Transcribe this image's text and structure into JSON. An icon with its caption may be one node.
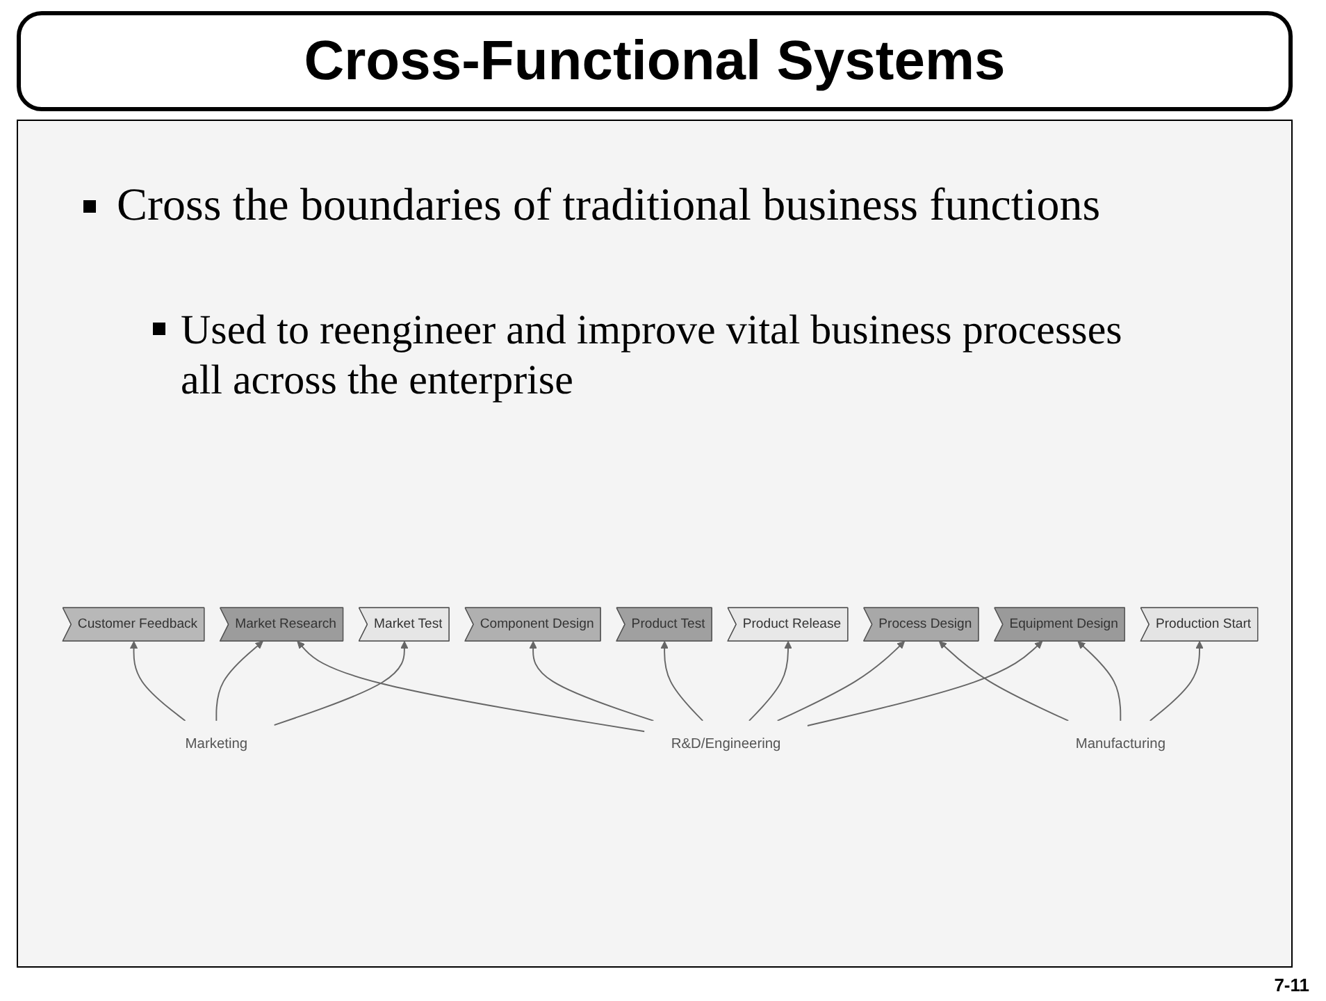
{
  "diagram": {
    "title": "Cross-Functional Systems",
    "nodes": [
      {
        "text": [
          "Customer Feedback"
        ]
      },
      {
        "text": [
          "Market Research"
        ]
      },
      {
        "text": [
          "Market Test"
        ]
      },
      {
        "text": [
          "Component Design"
        ]
      },
      {
        "text": [
          "Product Test"
        ]
      },
      {
        "text": [
          "Product Release"
        ]
      },
      {
        "text": [
          "Process Design"
        ]
      },
      {
        "text": [
          "Equipment Design"
        ]
      },
      {
        "text": [
          "Production Start"
        ]
      },
      {
        "text": [
          "Marketing"
        ]
      },
      {
        "text": [
          "R&D/Engineering"
        ]
      },
      {
        "text": [
          "Manufacturing"
        ]
      }
    ],
    "edges": [
      {
        "from": 9,
        "to": 0,
        "arrow": "to"
      },
      {
        "from": 9,
        "to": 1,
        "arrow": "to"
      },
      {
        "from": 9,
        "to": 2,
        "arrow": "to"
      },
      {
        "from": 10,
        "to": 1,
        "arrow": "to"
      },
      {
        "from": 10,
        "to": 3,
        "arrow": "to"
      },
      {
        "from": 10,
        "to": 4,
        "arrow": "to"
      },
      {
        "from": 10,
        "to": 5,
        "arrow": "to"
      },
      {
        "from": 10,
        "to": 6,
        "arrow": "to"
      },
      {
        "from": 10,
        "to": 7,
        "arrow": "to"
      },
      {
        "from": 11,
        "to": 6,
        "arrow": "to"
      },
      {
        "from": 11,
        "to": 7,
        "arrow": "to"
      },
      {
        "from": 11,
        "to": 8,
        "arrow": "to"
      }
    ],
    "labels": [
      "Cross the boundaries of traditional business functions",
      "Used to reengineer and improve vital business processes all across the enterprise",
      "7-11"
    ]
  }
}
